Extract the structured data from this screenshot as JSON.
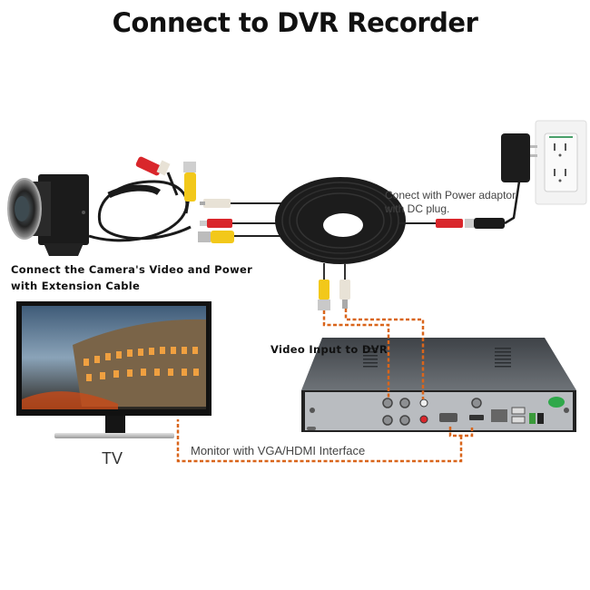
{
  "title": "Connect to DVR Recorder",
  "labels": {
    "camera_line1": "Connect the Camera's Video and Power",
    "camera_line2": "with Extension Cable",
    "power_line1": "Conect with Power adaptor",
    "power_line2": "with DC plug.",
    "video_input": "Video Input to DVR",
    "monitor": "Monitor with VGA/HDMI Interface",
    "tv": "TV"
  },
  "components": [
    {
      "id": "camera",
      "name": "Mini fisheye camera with pigtail cable"
    },
    {
      "id": "extension-cable",
      "name": "Coiled BNC + DC extension cable"
    },
    {
      "id": "power-adapter",
      "name": "Power adapter"
    },
    {
      "id": "wall-outlet",
      "name": "Wall outlet"
    },
    {
      "id": "dvr",
      "name": "DVR recorder"
    },
    {
      "id": "tv",
      "name": "Monitor / TV"
    }
  ],
  "colors": {
    "dashed_line": "#d9651b",
    "cable": "#1a1a1a",
    "rca_red": "#d9262b",
    "rca_yellow": "#f2c81a",
    "rca_white": "#e8e2d6",
    "dvr_body": "#5a5e63",
    "dvr_panel": "#b9bcc0"
  }
}
